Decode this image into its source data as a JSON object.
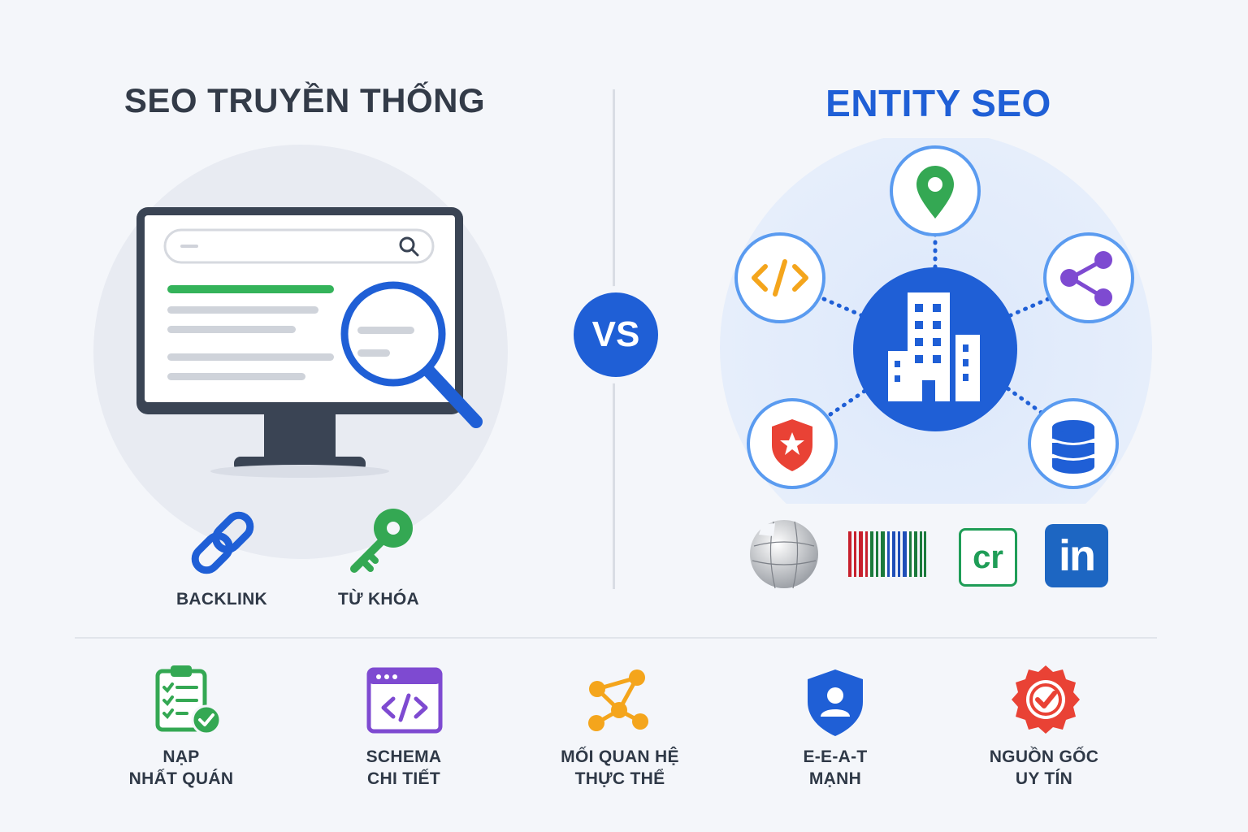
{
  "left": {
    "title": "SEO TRUYỀN THỐNG",
    "items": [
      {
        "label": "BACKLINK",
        "icon": "chain-link-icon"
      },
      {
        "label": "TỪ KHÓA",
        "icon": "key-icon"
      }
    ]
  },
  "vs": "VS",
  "right": {
    "title": "ENTITY SEO",
    "hub_icon": "building-icon",
    "nodes": [
      "location-pin-icon",
      "code-icon",
      "share-icon",
      "shield-star-icon",
      "database-icon"
    ],
    "logos": {
      "cr_text": "cr",
      "linkedin_text": "in"
    }
  },
  "bottom": [
    {
      "line1": "NẠP",
      "line2": "NHẤT QUÁN",
      "icon": "clipboard-check-icon"
    },
    {
      "line1": "SCHEMA",
      "line2": "CHI TIẾT",
      "icon": "code-window-icon"
    },
    {
      "line1": "MỐI QUAN HỆ",
      "line2": "THỰC THỂ",
      "icon": "graph-nodes-icon"
    },
    {
      "line1": "E-E-A-T",
      "line2": "MẠNH",
      "icon": "shield-user-icon"
    },
    {
      "line1": "NGUỒN GỐC",
      "line2": "UY TÍN",
      "icon": "badge-check-icon"
    }
  ],
  "colors": {
    "blue": "#1f5fd6",
    "green": "#34a853",
    "orange": "#f4a51c",
    "purple": "#7e4ad1",
    "red": "#e94235",
    "dark": "#333b48"
  }
}
